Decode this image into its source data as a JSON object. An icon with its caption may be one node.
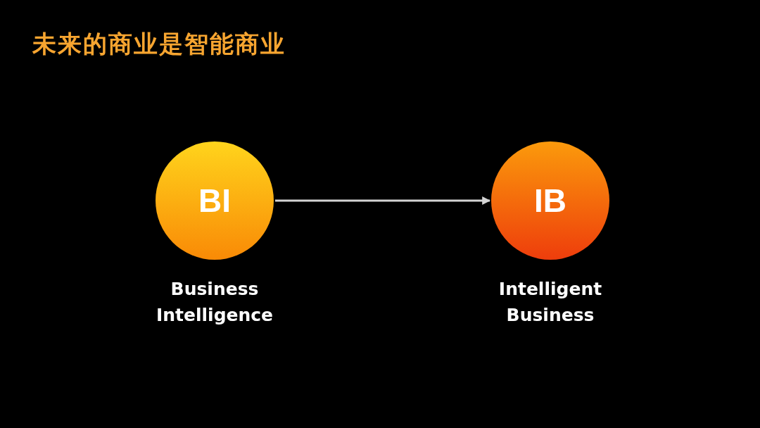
{
  "diagram": {
    "title": "未来的商业是智能商业",
    "nodes": [
      {
        "text": [
          "BI"
        ],
        "beside": [
          "Business Intelligence"
        ]
      },
      {
        "text": [
          "IB"
        ],
        "beside": [
          "Intelligent Business"
        ]
      }
    ],
    "edges": [
      {
        "from": 0,
        "to": 1,
        "arrow": "to"
      }
    ]
  }
}
